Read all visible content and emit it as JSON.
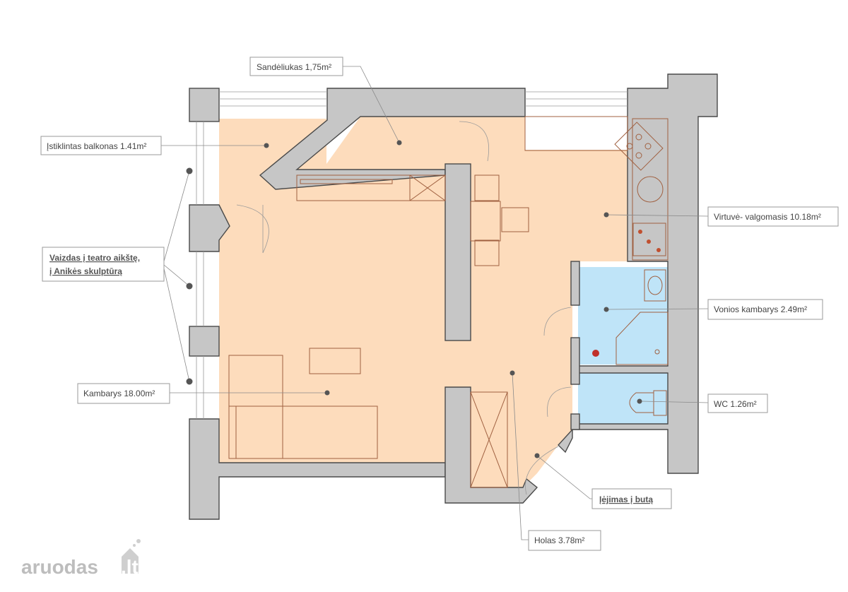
{
  "rooms": {
    "sandeliukas": "Sandėliukas 1,75m²",
    "balkonas": "Įstiklintas balkonas 1.41m²",
    "vaizdas_line1": "Vaizdas į teatro aikštę,",
    "vaizdas_line2": "į Anikės skulptūrą",
    "virtuve": "Virtuvė- valgomasis 10.18m²",
    "vonios": "Vonios kambarys 2.49m²",
    "kambarys": "Kambarys 18.00m²",
    "wc": "WC 1.26m²",
    "iejimas": "Įėjimas į butą",
    "holas": "Holas  3.78m²"
  },
  "logo": {
    "text": "aruodas",
    "suffix": ".lt"
  },
  "colors": {
    "floor": "#fddcbc",
    "bathroom": "#bfe4f8",
    "wall": "#c6c6c6",
    "furniture": "#a06040"
  }
}
